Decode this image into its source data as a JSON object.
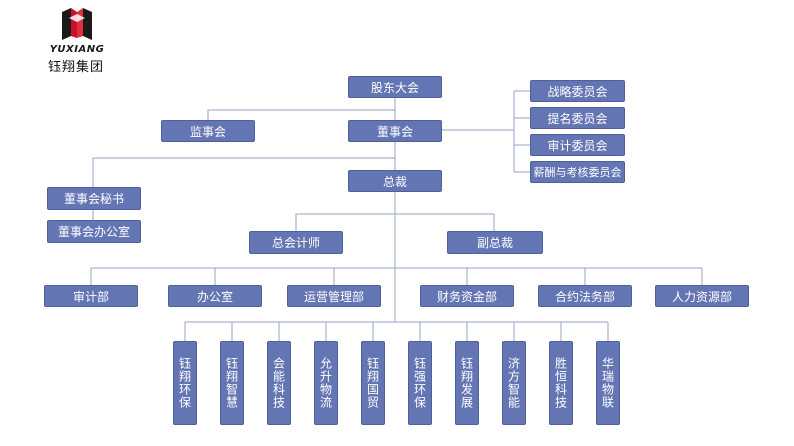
{
  "logo": {
    "en": "YUXIANG",
    "cn": "钰翔集团",
    "brand_color": "#c8102e",
    "icon": "yuxiang-logo-icon"
  },
  "colors": {
    "box": "#6475b4",
    "line": "#9aa3c3"
  },
  "nodes": {
    "shareholders": "股东大会",
    "supervisory": "监事会",
    "board": "董事会",
    "strategy": "战略委员会",
    "nomination": "提名委员会",
    "audit_committee": "审计委员会",
    "remuneration": "薪酬与考核委员会",
    "president": "总裁",
    "board_secretary": "董事会秘书",
    "board_office": "董事会办公室",
    "chief_accountant": "总会计师",
    "vice_president": "副总裁"
  },
  "departments": [
    "审计部",
    "办公室",
    "运营管理部",
    "财务资金部",
    "合约法务部",
    "人力资源部"
  ],
  "subsidiaries": [
    "钰翔环保",
    "钰翔智慧",
    "会能科技",
    "允升物流",
    "钰翔国贸",
    "钰强环保",
    "钰翔发展",
    "济方智能",
    "胜恒科技",
    "华瑞物联"
  ]
}
